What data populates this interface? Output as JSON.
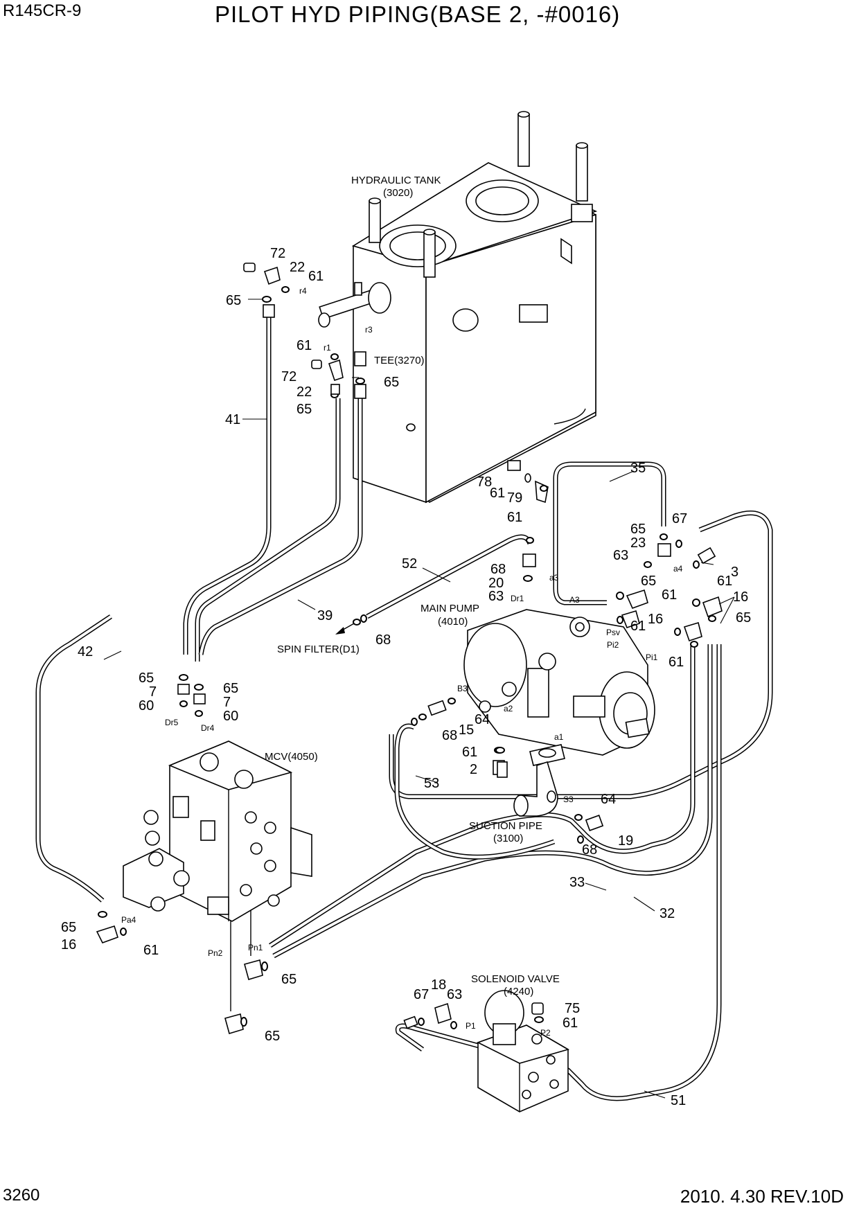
{
  "header": {
    "model": "R145CR-9",
    "title": "PILOT HYD PIPING(BASE 2, -#0016)"
  },
  "footer": {
    "page_number": "3260",
    "revision": "2010. 4.30  REV.10D"
  },
  "components": {
    "tank_name": "HYDRAULIC TANK",
    "tank_code": "(3020)",
    "tee": "TEE(3270)",
    "pump_name": "MAIN PUMP",
    "pump_code": "(4010)",
    "spin_filter": "SPIN FILTER(D1)",
    "mcv": "MCV(4050)",
    "suction_name": "SUCTION PIPE",
    "suction_code": "(3100)",
    "solenoid_name": "SOLENOID VALVE",
    "solenoid_code": "(4240)"
  },
  "ports": [
    "r4",
    "r1",
    "r3",
    "Dr5",
    "Dr4",
    "Dr1",
    "a3",
    "A3",
    "a4",
    "Psv",
    "Pi2",
    "Pi1",
    "B3",
    "a2",
    "a1",
    "S3",
    "Pa4",
    "Pn1",
    "Pn2",
    "P1",
    "P2"
  ],
  "callouts": [
    "72",
    "22",
    "61",
    "65",
    "61",
    "72",
    "22",
    "65",
    "65",
    "41",
    "42",
    "39",
    "52",
    "68",
    "20",
    "63",
    "68",
    "35",
    "65",
    "67",
    "23",
    "63",
    "65",
    "3",
    "61",
    "61",
    "16",
    "16",
    "65",
    "61",
    "61",
    "78",
    "61",
    "79",
    "61",
    "65",
    "7",
    "60",
    "65",
    "7",
    "60",
    "64",
    "15",
    "68",
    "61",
    "2",
    "53",
    "64",
    "19",
    "68",
    "33",
    "32",
    "65",
    "16",
    "61",
    "65",
    "65",
    "67",
    "18",
    "63",
    "75",
    "61",
    "51"
  ]
}
